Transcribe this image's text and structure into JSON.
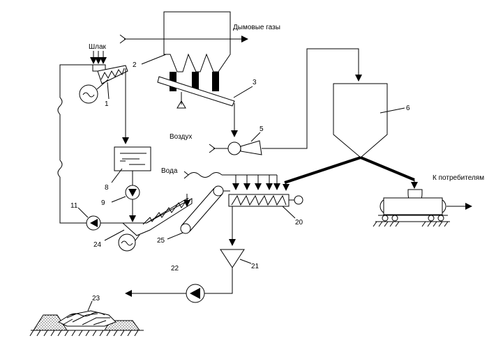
{
  "labels": {
    "flue_gases": "Дымовые газы",
    "slag": "Шлак",
    "air": "Воздух",
    "water": "Вода",
    "to_consumers": "К потребителям"
  },
  "numbers": {
    "n1": "1",
    "n2": "2",
    "n3": "3",
    "n5": "5",
    "n6": "6",
    "n8": "8",
    "n9": "9",
    "n11": "11",
    "n20": "20",
    "n21": "21",
    "n22": "22",
    "n23": "23",
    "n24": "24",
    "n25": "25"
  },
  "icons": [
    "pump-icon",
    "motor-icon",
    "fan-icon",
    "arrow-icon"
  ]
}
